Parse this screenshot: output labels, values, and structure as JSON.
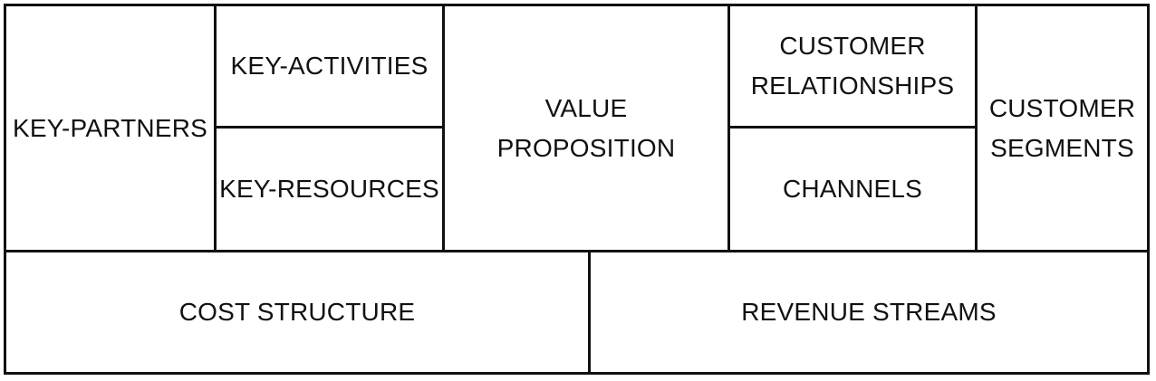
{
  "canvas": {
    "key_partners": "KEY-PARTNERS",
    "key_activities": "KEY-ACTIVITIES",
    "key_resources": "KEY-RESOURCES",
    "value_proposition": {
      "line1": "VALUE",
      "line2": "PROPOSITION"
    },
    "customer_relationships": {
      "line1": "CUSTOMER",
      "line2": "RELATIONSHIPS"
    },
    "channels": "CHANNELS",
    "customer_segments": {
      "line1": "CUSTOMER",
      "line2": "SEGMENTS"
    },
    "cost_structure": "COST STRUCTURE",
    "revenue_streams": "REVENUE STREAMS"
  },
  "colors": {
    "border": "#111111",
    "background": "#ffffff",
    "text": "#111111"
  }
}
